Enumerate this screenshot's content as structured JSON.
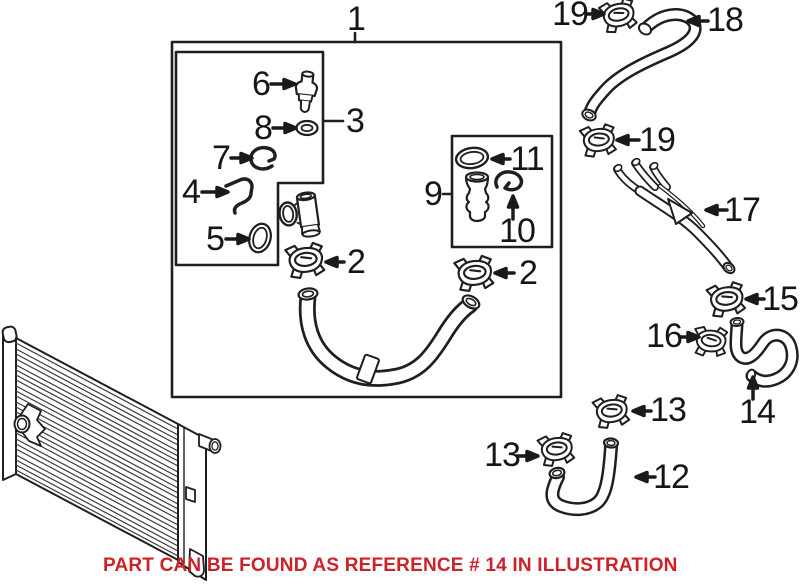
{
  "callouts": {
    "c1": "1",
    "c2a": "2",
    "c2b": "2",
    "c3": "3",
    "c4": "4",
    "c5": "5",
    "c6": "6",
    "c7": "7",
    "c8": "8",
    "c9": "9",
    "c10": "10",
    "c11": "11",
    "c12": "12",
    "c13a": "13",
    "c13b": "13",
    "c14": "14",
    "c15": "15",
    "c16": "16",
    "c17": "17",
    "c18": "18",
    "c19a": "19",
    "c19b": "19"
  },
  "notice": {
    "text": "PART CAN BE FOUND AS REFERENCE # 14 IN ILLUSTRATION",
    "color": "#cc2228"
  },
  "colors": {
    "background": "#ffffff",
    "line": "#1f1f1f"
  }
}
